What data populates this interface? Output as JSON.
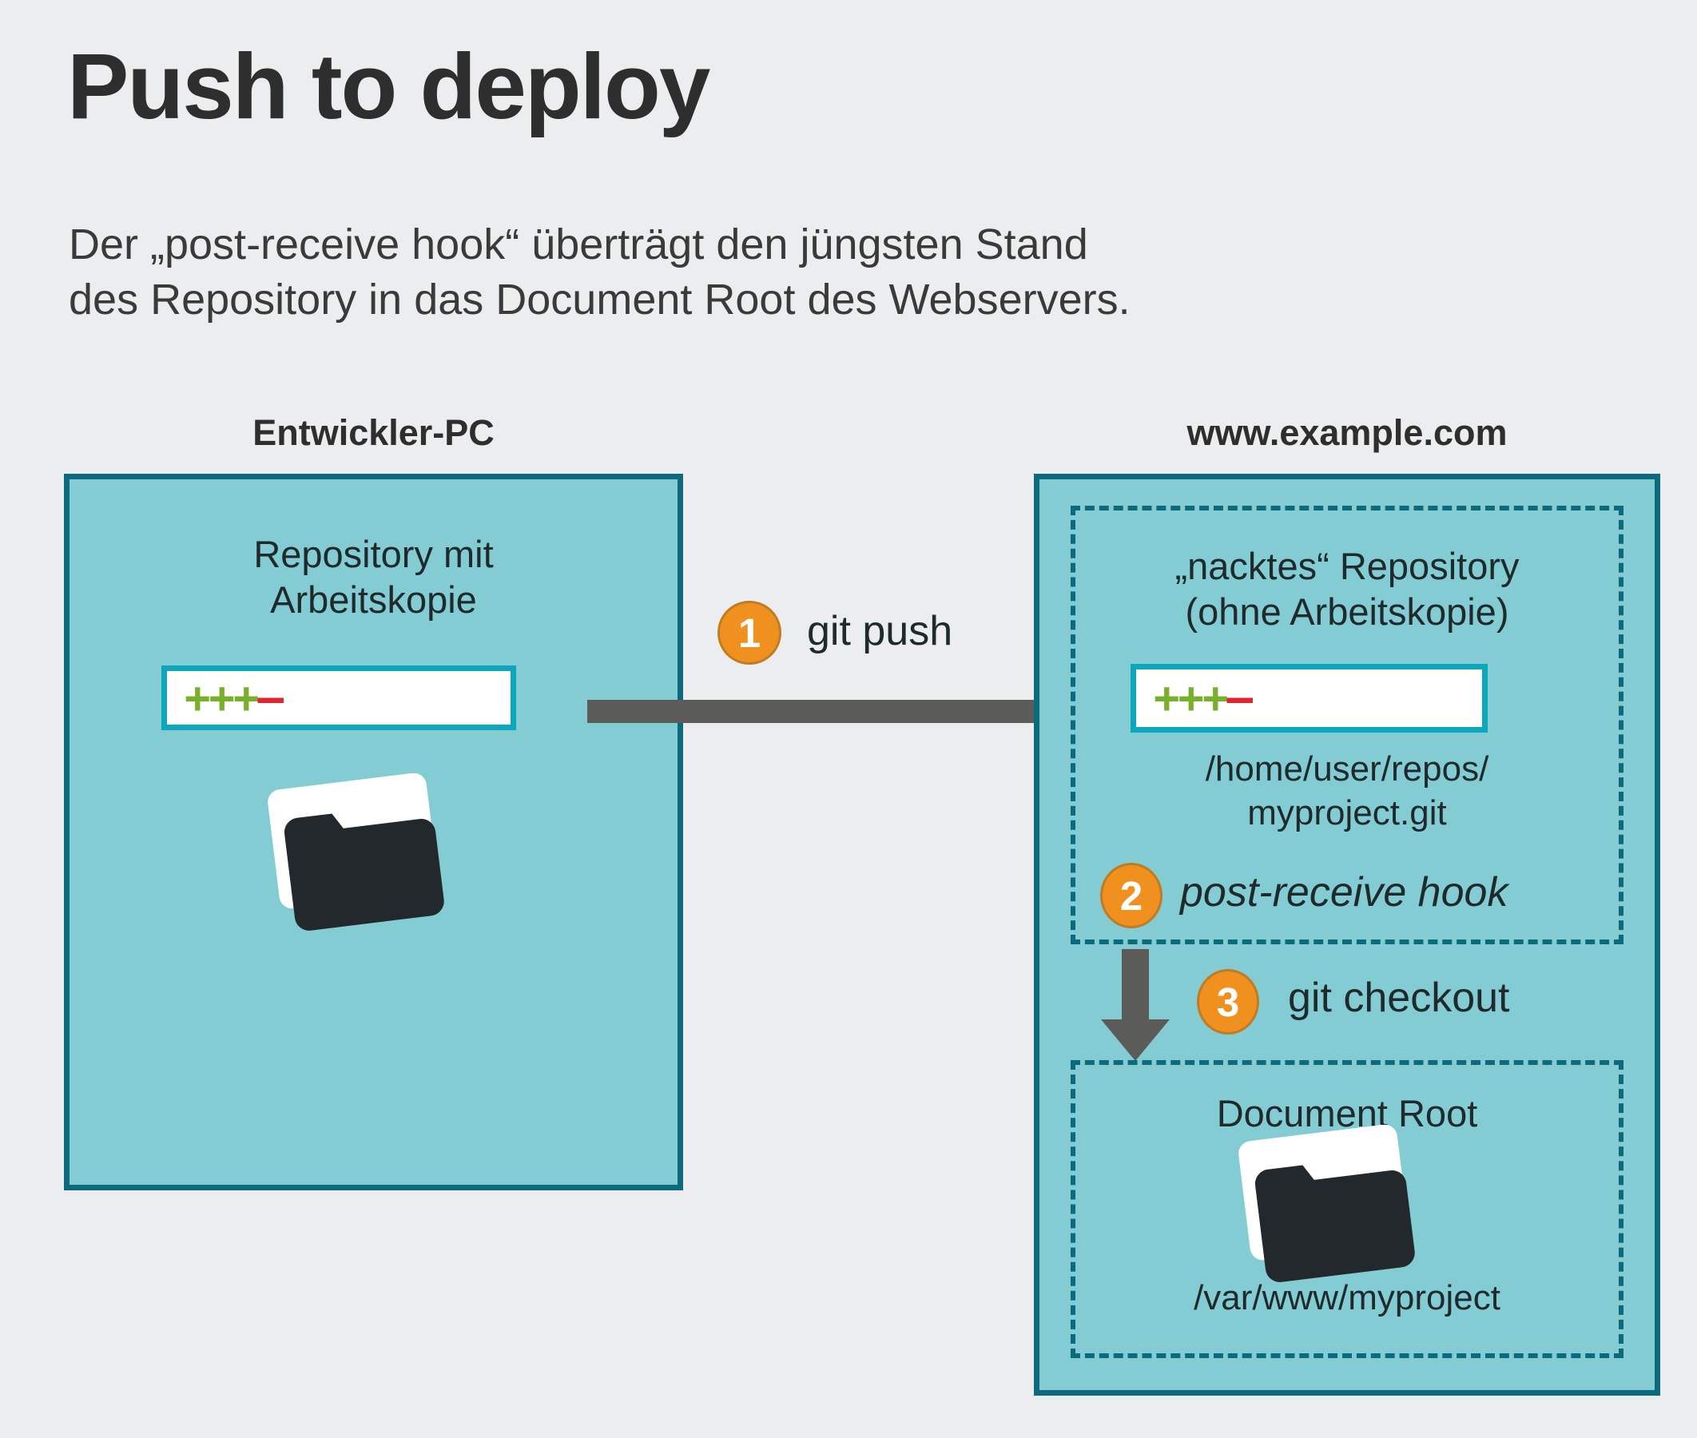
{
  "header": {
    "title": "Push to deploy",
    "subtitle": "Der „post-receive hook“ überträgt den jüngsten Stand\ndes Repository in das Document Root des Webservers."
  },
  "colors": {
    "background": "#ebedee",
    "panel_fill": "#83ccd3",
    "panel_border": "#0c6a7c",
    "diff_border": "#0ca7bd",
    "badge": "#f0901e",
    "arrow": "#5b5b5a",
    "diff_plus": "#78b02b",
    "diff_minus": "#e5232f",
    "folder_dark": "#22282b",
    "folder_light": "#ffffff"
  },
  "panels": {
    "left": {
      "caption": "Entwickler-PC",
      "repo_heading": "Repository mit\nArbeitskopie",
      "diff": {
        "plus": "+++",
        "minus": "–"
      },
      "folder_icon": "folder-icon"
    },
    "right": {
      "caption": "www.example.com",
      "bare_repo": {
        "heading": "„nacktes“ Repository\n(ohne Arbeitskopie)",
        "diff": {
          "plus": "+++",
          "minus": "–"
        },
        "path": "/home/user/repos/\nmyproject.git"
      },
      "document_root": {
        "heading": "Document Root",
        "folder_icon": "folder-icon",
        "path": "/var/www/myproject"
      }
    }
  },
  "steps": [
    {
      "number": "1",
      "label": "git push"
    },
    {
      "number": "2",
      "label": "post-receive hook"
    },
    {
      "number": "3",
      "label": "git checkout"
    }
  ]
}
